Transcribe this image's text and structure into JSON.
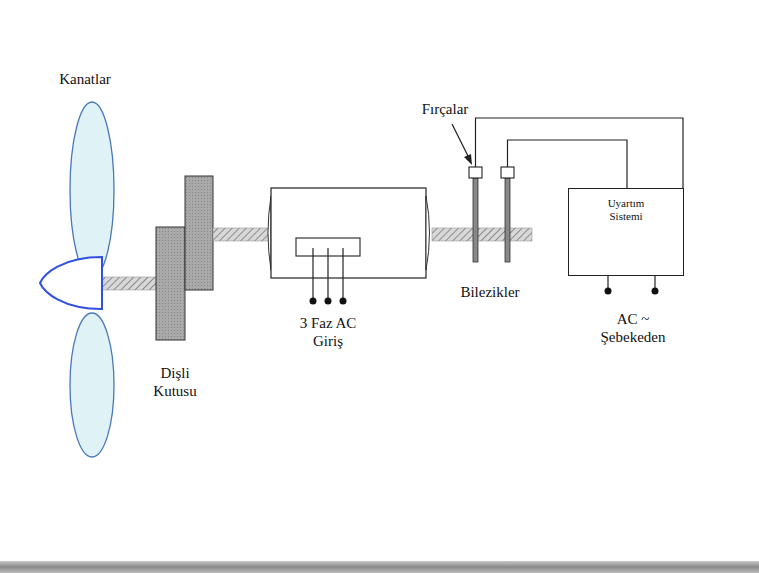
{
  "diagram": {
    "nodes": [
      {
        "text": [
          "Uyartım Sistemi"
        ]
      }
    ],
    "labels": [
      "Kanatlar",
      "Fırçalar",
      "Dişli Kutusu",
      "3 Faz AC Giriş",
      "Bilezikler",
      "AC ~ Şebekeden"
    ]
  }
}
